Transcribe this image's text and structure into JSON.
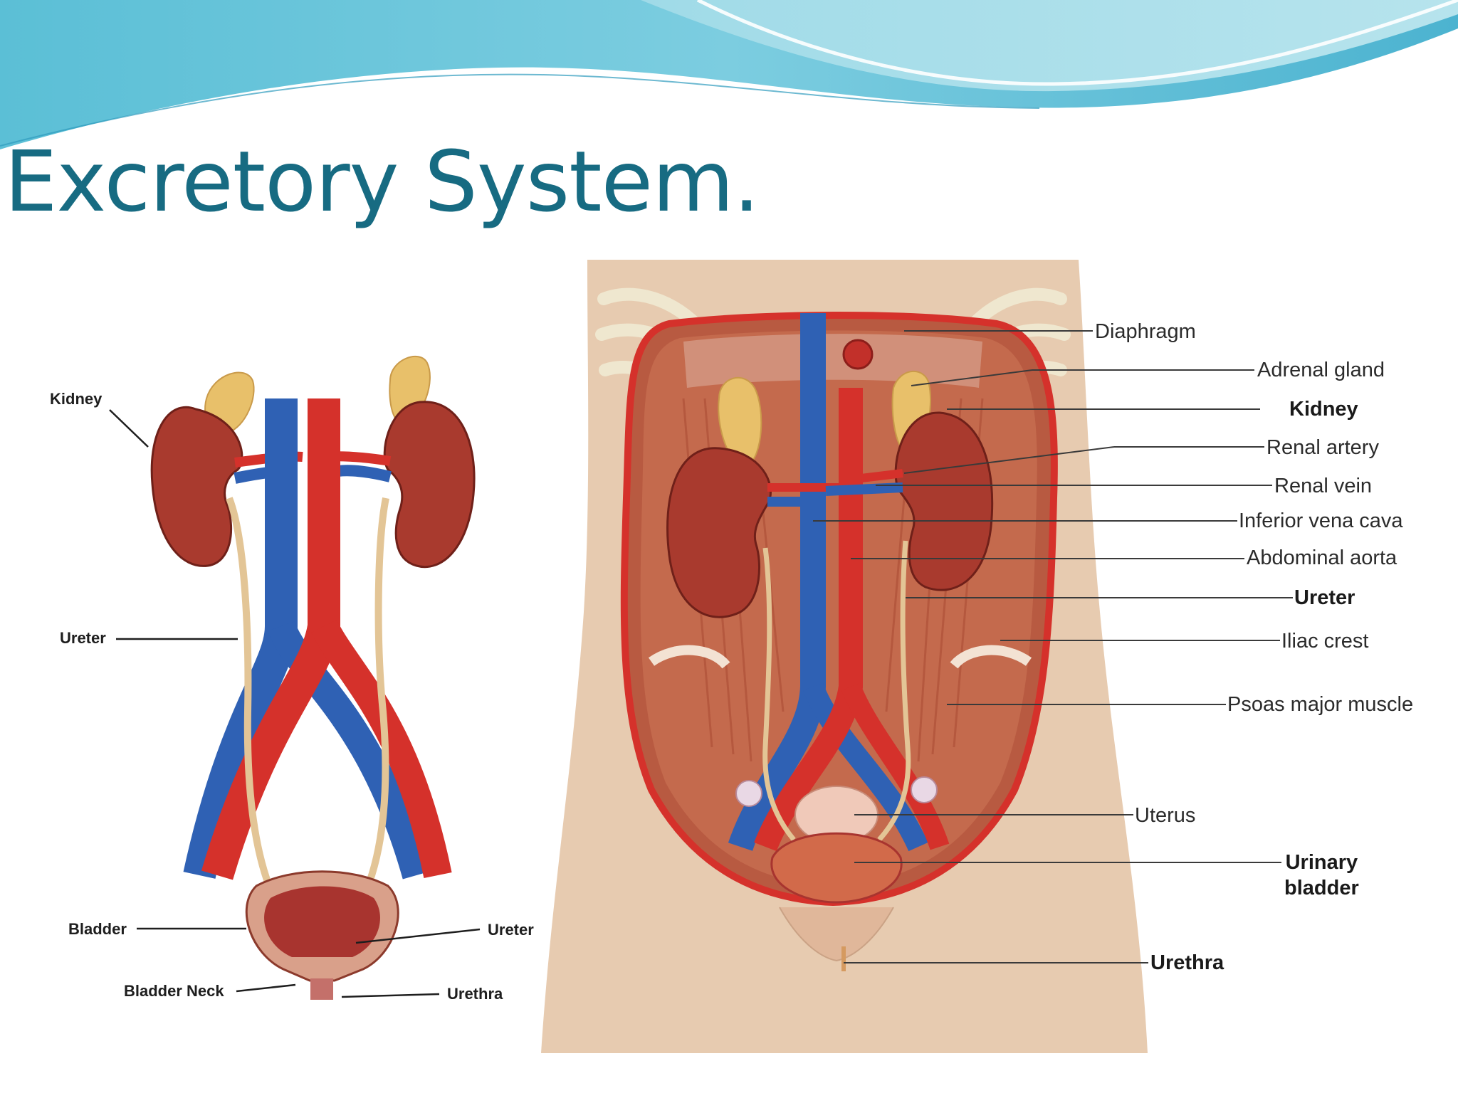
{
  "slide": {
    "title": "Excretory System."
  },
  "left_diagram": {
    "labels": {
      "kidney": "Kidney",
      "ureter_left": "Ureter",
      "bladder": "Bladder",
      "ureter_right": "Ureter",
      "bladder_neck": "Bladder Neck",
      "urethra": "Urethra"
    }
  },
  "right_diagram": {
    "labels": {
      "diaphragm": "Diaphragm",
      "adrenal_gland": "Adrenal gland",
      "kidney": "Kidney",
      "renal_artery": "Renal artery",
      "renal_vein": "Renal vein",
      "inferior_vena_cava": "Inferior vena cava",
      "abdominal_aorta": "Abdominal aorta",
      "ureter": "Ureter",
      "iliac_crest": "Iliac crest",
      "psoas_major_muscle": "Psoas major muscle",
      "uterus": "Uterus",
      "urinary_bladder_line1": "Urinary",
      "urinary_bladder_line2": "bladder",
      "urethra": "Urethra"
    }
  },
  "colors": {
    "title": "#176b82",
    "wave_dark": "#4fb2cf",
    "wave_light": "#a8dde8",
    "artery_red": "#d5312b",
    "vein_blue": "#2f61b4",
    "kidney": "#a93a2e",
    "adrenal": "#e8c06a",
    "ureter_tan": "#e3c596",
    "skin": "#e7cbb0",
    "muscle": "#c46a4d",
    "bladder": "#a8342f"
  }
}
